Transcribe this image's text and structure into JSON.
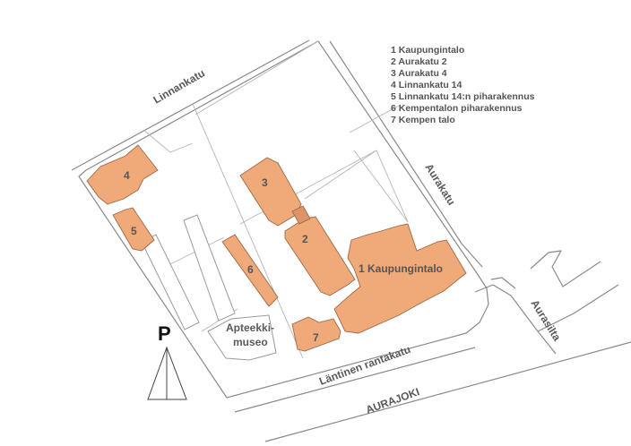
{
  "legend": [
    "1 Kaupungintalo",
    "2 Aurakatu 2",
    "3 Aurakatu 4",
    "4 Linnankatu 14",
    "5 Linnankatu 14:n piharakennus",
    "6 Kempentalon piharakennus",
    "7 Kempen talo"
  ],
  "buildings": {
    "b1": "1 Kaupungintalo",
    "b2": "2",
    "b3": "3",
    "b4": "4",
    "b5": "5",
    "b6": "6",
    "b7": "7"
  },
  "streets": {
    "linnankatu": "Linnankatu",
    "aurakatu": "Aurakatu",
    "lantinen_rantakatu": "Läntinen rantakatu",
    "aurasilta": "Aurasilta"
  },
  "water": {
    "river": "AURAJOKI"
  },
  "places": {
    "museum_line1": "Apteekki-",
    "museum_line2": "museo"
  },
  "north_arrow": {
    "letter": "P"
  },
  "colors": {
    "building_fill": "#f0a978",
    "building_stroke": "#9b6b49"
  }
}
